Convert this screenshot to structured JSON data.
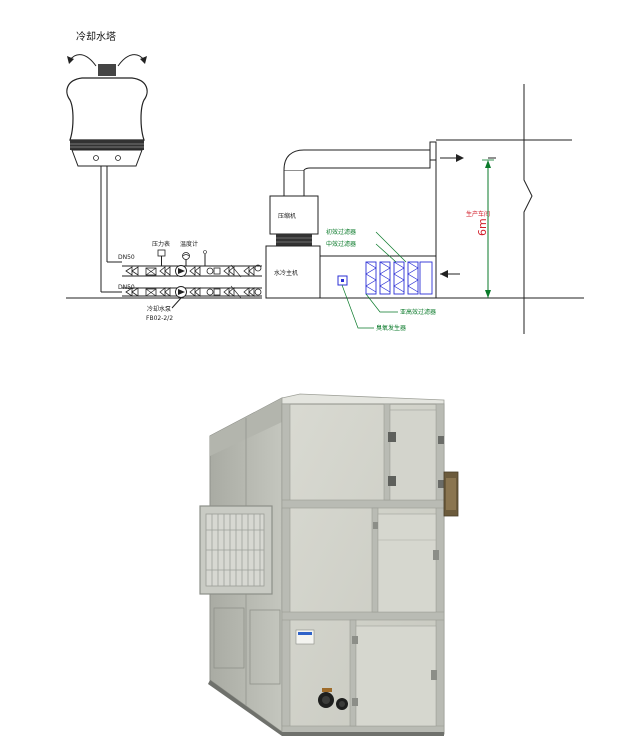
{
  "diagram": {
    "cooling_tower_title": "冷却水塔",
    "pressure_gauge_label": "压力表",
    "thermometer_label": "温度计",
    "pipe_label_top": "DN50",
    "pipe_label_bottom": "DN50",
    "pump_label": "冷却水泵",
    "pump_model": "FB02-2/2",
    "compressor_label": "压缩机",
    "condenser_label": "水冷主机",
    "primary_filter_label": "初效过滤器",
    "medium_filter_label": "中效过滤器",
    "hepa_filter_label": "亚高效过滤器",
    "ozone_label": "臭氧发生器",
    "workshop_label": "生产车间",
    "height_label": "6m"
  },
  "photo": {
    "unit_description": "water-cooled air handling unit"
  },
  "colors": {
    "line": "#222222",
    "green": "#0a7a2a",
    "red": "#d21e2a",
    "blue": "#2b2fd6",
    "panel": "#d2d3c8",
    "frame": "#b9bbb4"
  }
}
